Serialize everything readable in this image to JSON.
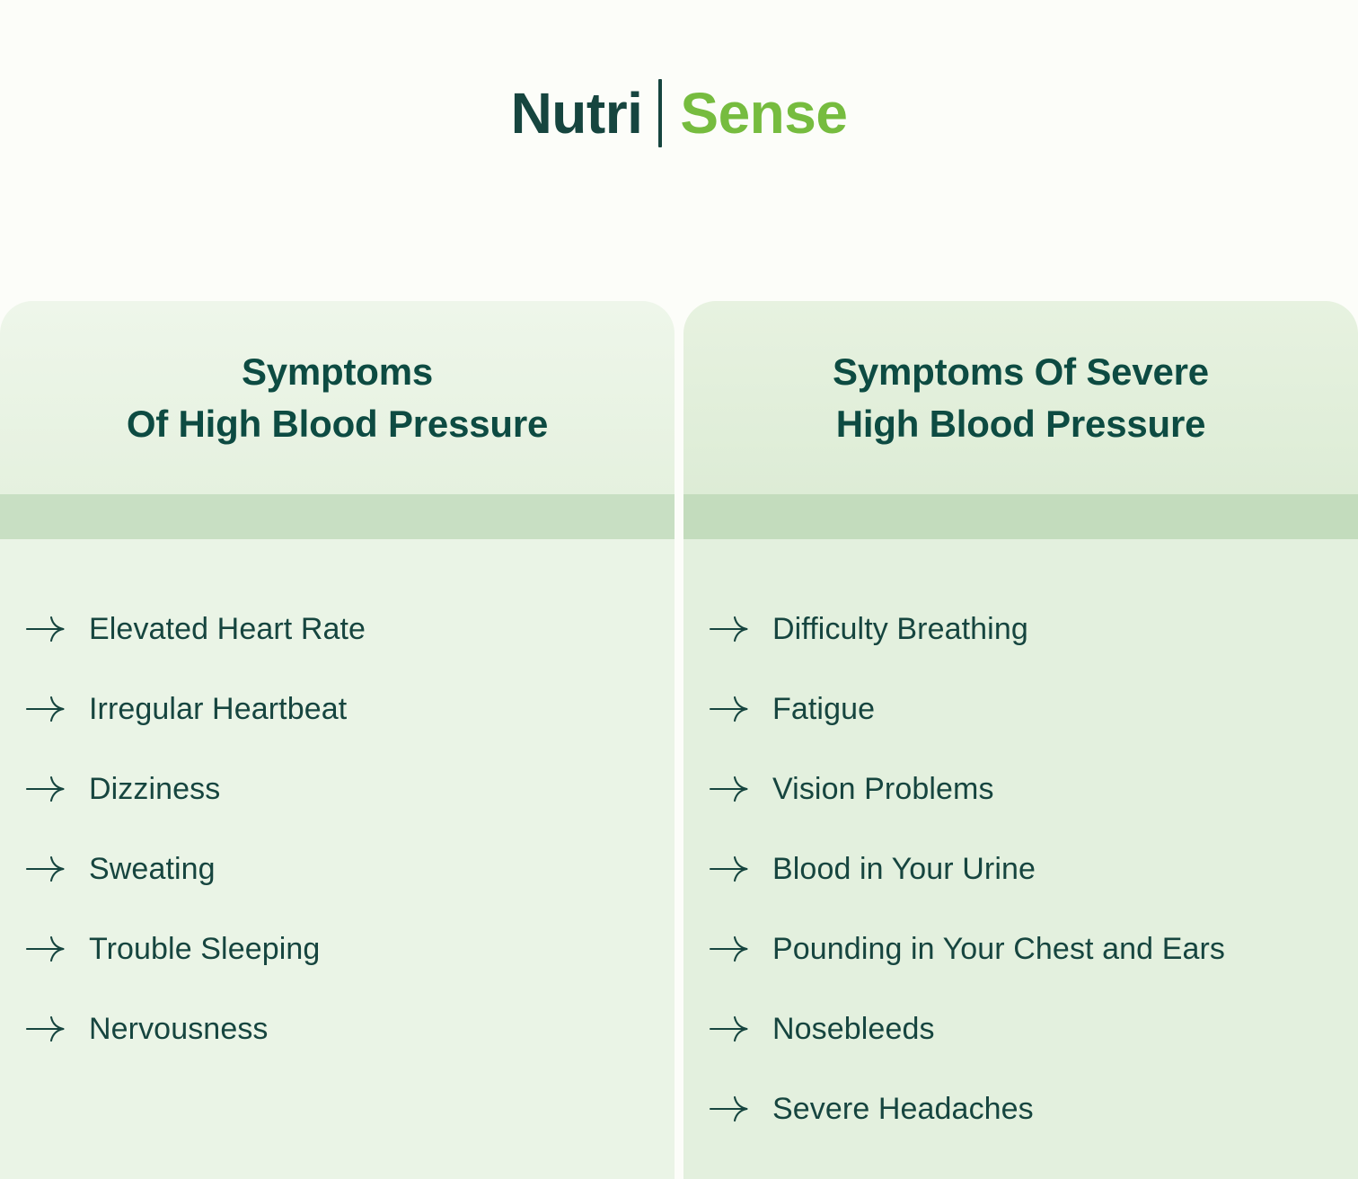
{
  "brand": {
    "name_dark": "Nutri",
    "name_light": "Sense",
    "color_dark": "#16453f",
    "color_light": "#76bc3f"
  },
  "theme": {
    "page_background": "#fcfdf9",
    "heading_color": "#0d4b42",
    "text_color": "#16453f",
    "left_panel_body": "#eaf4e6",
    "right_panel_body": "#e3f0de",
    "left_band": "#c8dfc3",
    "right_band": "#c3dcbd"
  },
  "panels": [
    {
      "title": "Symptoms\nOf High Blood Pressure",
      "bullet_icon": "arrow-right-icon",
      "items": [
        "Elevated Heart Rate",
        "Irregular Heartbeat",
        "Dizziness",
        "Sweating",
        "Trouble Sleeping",
        "Nervousness"
      ]
    },
    {
      "title": "Symptoms Of Severe\nHigh Blood Pressure",
      "bullet_icon": "arrow-right-icon",
      "items": [
        "Difficulty Breathing",
        "Fatigue",
        "Vision Problems",
        "Blood in Your Urine",
        "Pounding in Your Chest and Ears",
        "Nosebleeds",
        "Severe Headaches"
      ]
    }
  ]
}
